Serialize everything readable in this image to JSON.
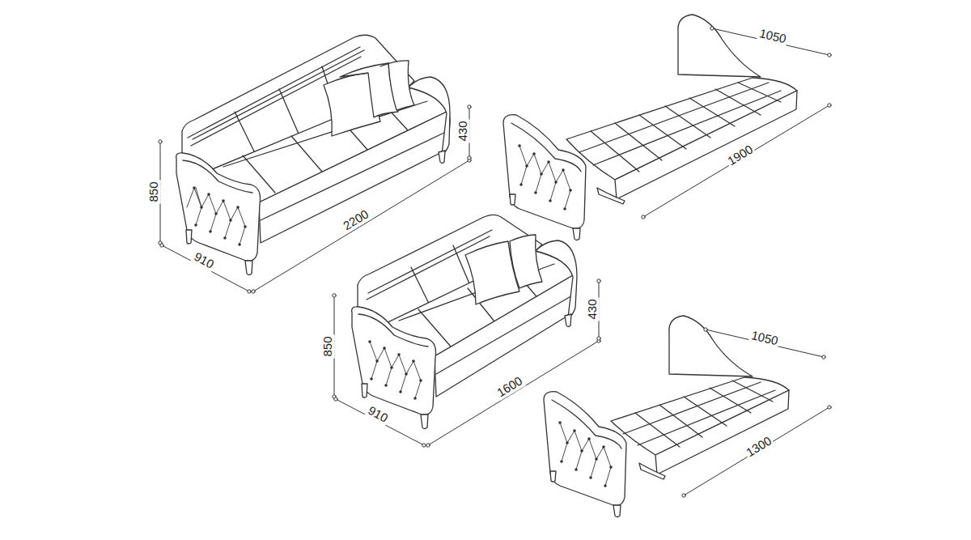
{
  "diagram": {
    "labels": [
      "850",
      "910",
      "2200",
      "430",
      "1050",
      "1900",
      "850",
      "910",
      "1600",
      "430",
      "1050",
      "1300"
    ]
  }
}
